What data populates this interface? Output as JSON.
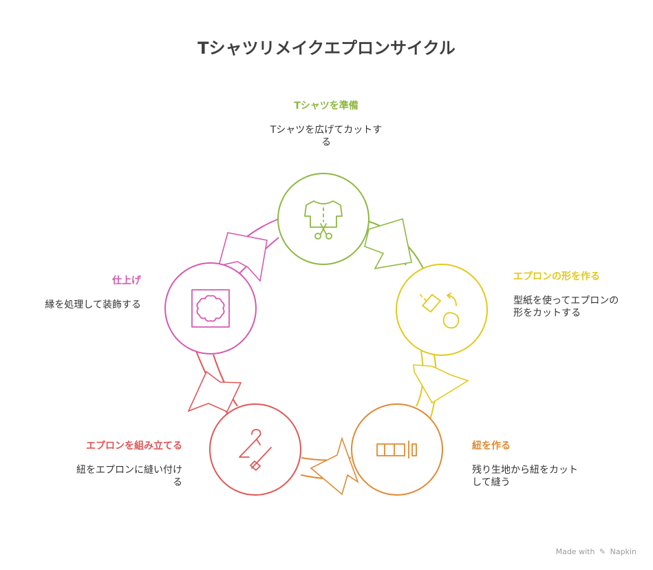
{
  "title": "Tシャツリメイクエプロンサイクル",
  "steps": [
    {
      "title": "Tシャツを準備",
      "desc_lines": [
        "Tシャツを広げてカットす",
        "る"
      ],
      "color": "#8db840",
      "icon": "tshirt-scissors-icon"
    },
    {
      "title": "エプロンの形を作る",
      "desc_lines": [
        "型紙を使ってエプロンの",
        "形をカットする"
      ],
      "color": "#e2c91b",
      "icon": "cutter-shape-icon"
    },
    {
      "title": "紐を作る",
      "desc_lines": [
        "残り生地から紐をカット",
        "して縫う"
      ],
      "color": "#e08a32",
      "icon": "fabric-strip-icon"
    },
    {
      "title": "エプロンを組み立てる",
      "desc_lines": [
        "紐をエプロンに縫い付け",
        "る"
      ],
      "color": "#e05656",
      "icon": "hanger-needle-icon"
    },
    {
      "title": "仕上げ",
      "desc_lines": [
        "縁を処理して装飾する"
      ],
      "color": "#d659b0",
      "icon": "lace-frame-icon"
    }
  ],
  "watermark": {
    "made_with": "Made with",
    "brand": "Napkin"
  }
}
